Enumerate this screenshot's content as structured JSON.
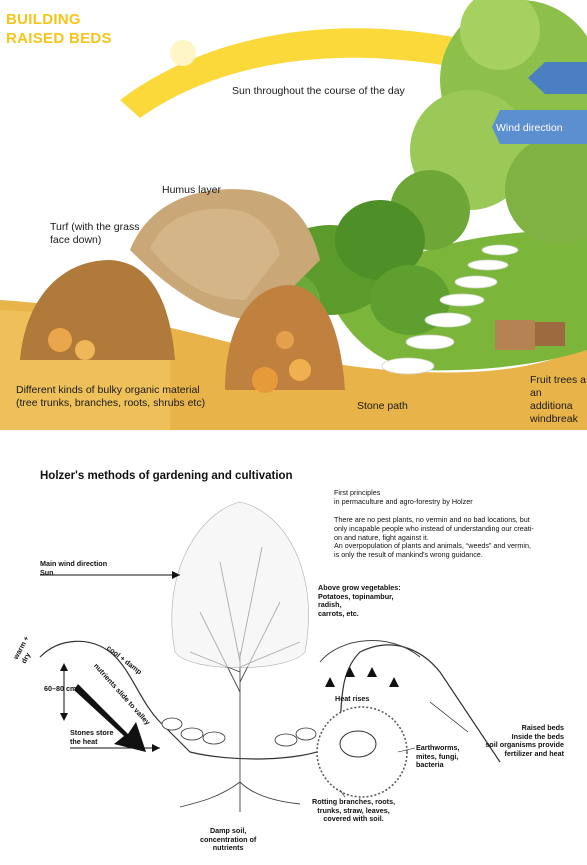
{
  "top": {
    "title_line1": "BUILDING",
    "title_line2": "RAISED BEDS",
    "labels": {
      "sun_path": "Sun throughout the course of the day",
      "wind": "Wind direction",
      "humus": "Humus layer",
      "turf": "Turf (with the grass\nface down)",
      "organic": "Different kinds of bulky organic material\n(tree trunks, branches, roots, shrubs etc)",
      "stone_path": "Stone path",
      "fruit_trees": "Fruit trees a\nan additiona\nwindbreak"
    },
    "colors": {
      "title": "#f5c51a",
      "sun": "#fbd93a",
      "wind_arrow": "#5b8fcf",
      "grass": "#7bb63a",
      "soil": "#e8b44a"
    }
  },
  "bottom": {
    "title": "Holzer's methods of gardening and cultivation",
    "principles_heading": "First principles\nin permaculture and agro-forestry by Holzer",
    "principles_text": "There are no pest plants, no vermin and no bad locations, but\nonly incapable people who instead of understanding our creati-\non and nature, fight against it.\nAn overpopulation of plants and animals, “weeds” and vermin,\nis only the result of mankind's wrong guidance.",
    "labels": {
      "wind_sun": "Main wind direction\nSun",
      "vegetables": "Above grow vegetables:\nPotatoes, topinambur,\nradish,\ncarrots, etc.",
      "warm_dry": "warm +\ndry",
      "height": "60–80 cm",
      "cool_damp": "cool + damp",
      "nutrients": "nutrients slide to valley",
      "heat_rises": "Heat rises",
      "stones": "Stones store\nthe heat",
      "raised_beds": "Raised beds\nInside the beds\nsoil organisms provide\nfertilizer and heat",
      "earthworms": "Earthworms,\nmites, fungi,\nbacteria",
      "rotting": "Rotting branches, roots,\ntrunks, straw, leaves,\ncovered with soil.",
      "damp_soil": "Damp soil,\nconcentration of\nnutrients"
    }
  }
}
